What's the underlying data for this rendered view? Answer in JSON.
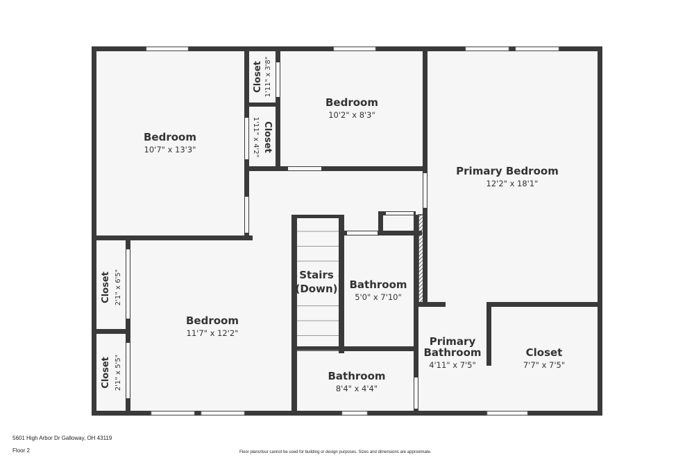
{
  "rooms": {
    "bedroom_nw": {
      "name": "Bedroom",
      "dims": "10'7\" x 13'3\""
    },
    "bedroom_n": {
      "name": "Bedroom",
      "dims": "10'2\" x 8'3\""
    },
    "primary_bedroom": {
      "name": "Primary Bedroom",
      "dims": "12'2\" x 18'1\""
    },
    "closet_top": {
      "name": "Closet",
      "dims": "1'11\" x 3'8\""
    },
    "closet_mid": {
      "name": "Closet",
      "dims": "1'11\" x 4'2\""
    },
    "closet_w1": {
      "name": "Closet",
      "dims": "2'1\" x 6'5\""
    },
    "closet_w2": {
      "name": "Closet",
      "dims": "2'1\" x 5'5\""
    },
    "bedroom_sw": {
      "name": "Bedroom",
      "dims": "11'7\" x 12'2\""
    },
    "stairs": {
      "line1": "Stairs",
      "line2": "(Down)"
    },
    "bathroom_c": {
      "name": "Bathroom",
      "dims": "5'0\" x 7'10\""
    },
    "bathroom_s": {
      "name": "Bathroom",
      "dims": "8'4\" x 4'4\""
    },
    "primary_bathroom": {
      "line1": "Primary",
      "line2": "Bathroom",
      "dims": "4'11\" x 7'5\""
    },
    "closet_se": {
      "name": "Closet",
      "dims": "7'7\" x 7'5\""
    }
  },
  "footer": {
    "address": "5601 High Arbor Dr Galloway, OH 43119",
    "floor": "Floor 2",
    "disclaimer": "Floor plans/tour cannot be used for building or design purposes. Sizes and dimensions are approximate."
  },
  "colors": {
    "wall": "#3a3a3a",
    "floor": "#f6f6f6",
    "background": "#ffffff"
  }
}
